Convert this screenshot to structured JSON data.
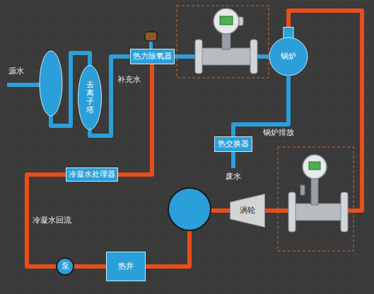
{
  "diagram": {
    "nodes": [
      {
        "text": [
          "去离子塔"
        ]
      },
      {
        "text": [
          "热力除氧器"
        ]
      },
      {
        "text": [
          "锅炉"
        ]
      },
      {
        "text": [
          "热交换器"
        ]
      },
      {
        "text": [
          "冷凝水处理器"
        ]
      },
      {
        "text": [
          "涡轮"
        ]
      },
      {
        "text": [
          "泵"
        ]
      },
      {
        "text": [
          "热井"
        ]
      }
    ],
    "edges": [
      {
        "from": 0,
        "to": 1,
        "arrow": "none"
      },
      {
        "from": 1,
        "to": 2,
        "arrow": "none"
      },
      {
        "from": 2,
        "to": 3,
        "arrow": "none"
      },
      {
        "from": 2,
        "to": 5,
        "arrow": "none"
      },
      {
        "from": 5,
        "to": 7,
        "arrow": "none"
      },
      {
        "from": 7,
        "to": 6,
        "arrow": "none"
      },
      {
        "from": 6,
        "to": 4,
        "arrow": "none"
      },
      {
        "from": 4,
        "to": 1,
        "arrow": "none"
      }
    ],
    "labels": [
      "源水",
      "补充水",
      "锅炉排放",
      "废水",
      "冷凝水回流"
    ]
  }
}
